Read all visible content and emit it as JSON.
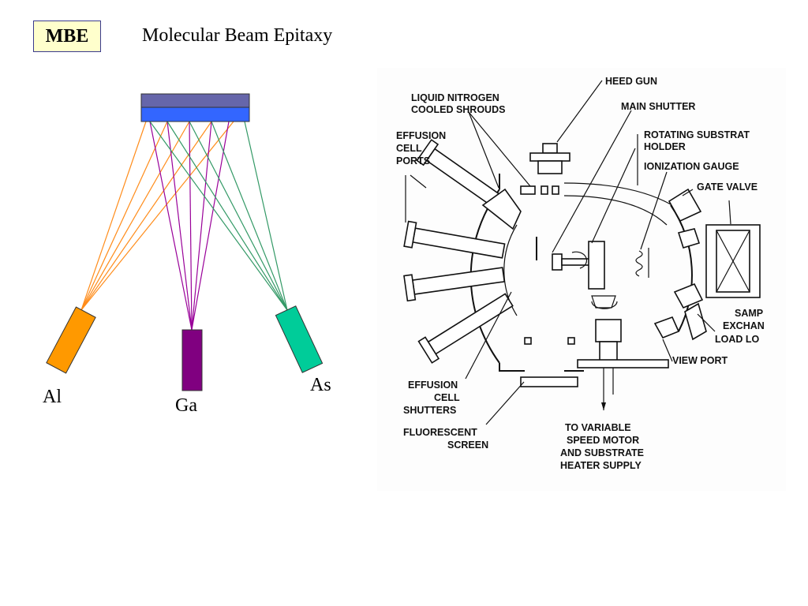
{
  "header": {
    "badge": "MBE",
    "title": "Molecular Beam Epitaxy"
  },
  "sources": {
    "al": {
      "label": "Al",
      "color": "#ff9900"
    },
    "ga": {
      "label": "Ga",
      "color": "#800080"
    },
    "as": {
      "label": "As",
      "color": "#00cc99"
    }
  },
  "substrate": {
    "top_color": "#6666aa",
    "bottom_color": "#3366ff"
  },
  "beam_colors": {
    "al": "#ff8c1a",
    "ga": "#990099",
    "as": "#339966"
  },
  "schematic_labels": {
    "heed_gun": "HEED GUN",
    "liquid_nitrogen_1": "LIQUID NITROGEN",
    "liquid_nitrogen_2": "COOLED SHROUDS",
    "main_shutter": "MAIN SHUTTER",
    "effusion_ports_1": "EFFUSION",
    "effusion_ports_2": "CELL",
    "effusion_ports_3": "PORTS",
    "rotating_1": "ROTATING SUBSTRAT",
    "rotating_2": "HOLDER",
    "ionization_gauge": "IONIZATION GAUGE",
    "gate_valve": "GATE VALVE",
    "sample_1": "SAMP",
    "sample_2": "EXCHAN",
    "sample_3": "LOAD LO",
    "view_port": "VIEW PORT",
    "effusion_shutters_1": "EFFUSION",
    "effusion_shutters_2": "CELL",
    "effusion_shutters_3": "SHUTTERS",
    "fluorescent_1": "FLUORESCENT",
    "fluorescent_2": "SCREEN",
    "motor_1": "TO VARIABLE",
    "motor_2": "SPEED MOTOR",
    "motor_3": "AND SUBSTRATE",
    "motor_4": "HEATER SUPPLY"
  }
}
